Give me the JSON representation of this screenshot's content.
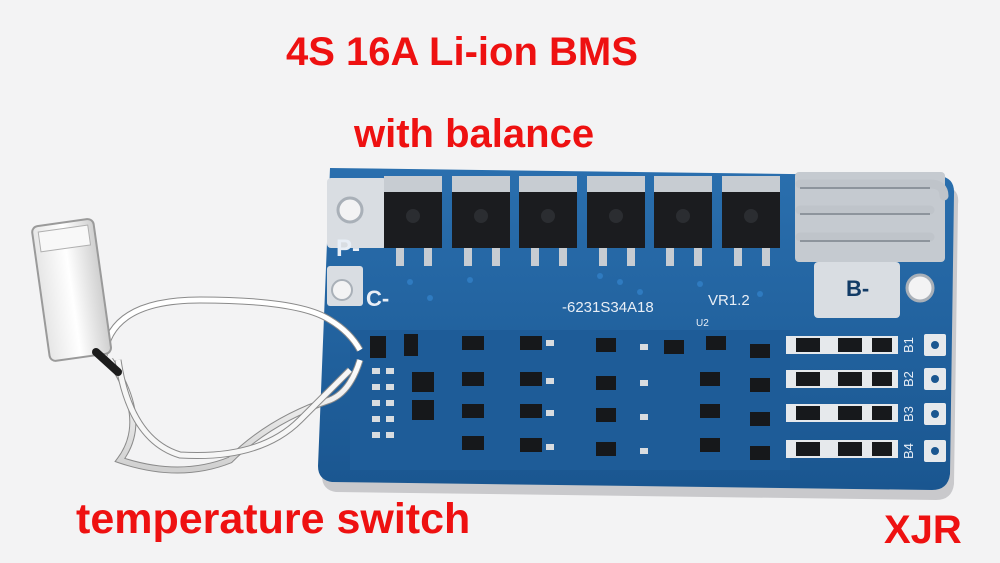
{
  "captions": {
    "title": "4S 16A Li-ion BMS",
    "subtitle": "with balance",
    "sensor": "temperature switch",
    "brand": "XJR"
  },
  "board": {
    "part_number": "-6231S34A18",
    "version": "VR1.2",
    "pad_p": "P-",
    "pad_c": "C-",
    "pad_b": "B-",
    "balance_pins": [
      "B1",
      "B2",
      "B3",
      "B4"
    ],
    "ic_label": "U2"
  },
  "colors": {
    "caption": "#ee1111",
    "pcb": "#1f5f9c",
    "silkscreen": "#e8eef6"
  }
}
